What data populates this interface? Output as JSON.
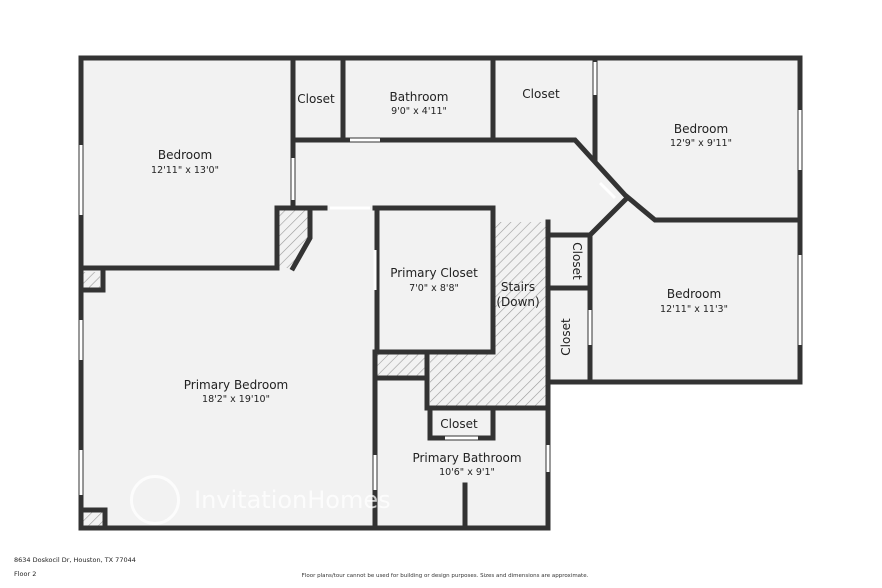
{
  "rooms": [
    {
      "name": "Bedroom",
      "dims": "12'11\" x 13'0\""
    },
    {
      "name": "Closet",
      "dims": ""
    },
    {
      "name": "Bathroom",
      "dims": "9'0\" x 4'11\""
    },
    {
      "name": "Closet",
      "dims": ""
    },
    {
      "name": "Bedroom",
      "dims": "12'9\" x 9'11\""
    },
    {
      "name": "Primary Closet",
      "dims": "7'0\" x 8'8\""
    },
    {
      "name": "Stairs",
      "dims": "(Down)"
    },
    {
      "name": "Closet",
      "dims": ""
    },
    {
      "name": "Closet",
      "dims": ""
    },
    {
      "name": "Bedroom",
      "dims": "12'11\" x 11'3\""
    },
    {
      "name": "Primary Bedroom",
      "dims": "18'2\" x 19'10\""
    },
    {
      "name": "Closet",
      "dims": ""
    },
    {
      "name": "Primary Bathroom",
      "dims": "10'6\" x 9'1\""
    }
  ],
  "address": "8634 Doskocil Dr, Houston, TX 77044",
  "floor_label": "Floor 2",
  "disclaimer": "Floor plans/tour cannot be used for building or design purposes. Sizes and dimensions are approximate.",
  "watermark": "InvitationHomes",
  "colors": {
    "wall": "#333333",
    "floor": "#f2f2f2",
    "hatch": "#999999"
  }
}
